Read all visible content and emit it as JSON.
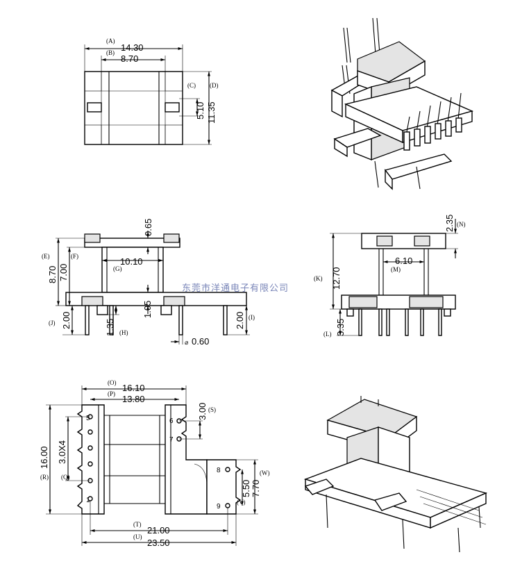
{
  "watermark": "东莞市洋通电子有限公司",
  "top_view": {
    "dims": [
      {
        "letter": "(A)",
        "value": "14.30"
      },
      {
        "letter": "(B)",
        "value": "8.70"
      },
      {
        "letter": "(C)",
        "value": "5.10"
      },
      {
        "letter": "(D)",
        "value": "11.35"
      }
    ]
  },
  "front_view": {
    "dims": [
      {
        "letter": "(E)",
        "value": "8.70"
      },
      {
        "letter": "(F)",
        "value": "7.00"
      },
      {
        "letter": "(G)",
        "value": "10.10"
      },
      {
        "letter": "",
        "value": "0.65"
      },
      {
        "letter": "",
        "value": "1.05"
      },
      {
        "letter": "(J)",
        "value": "2.00"
      },
      {
        "letter": "(H)",
        "value": "1.35"
      },
      {
        "letter": "(I)",
        "value": "2.00"
      },
      {
        "letter": "",
        "value": "0.60"
      }
    ],
    "pin_diameter_prefix": "⌀"
  },
  "side_view": {
    "dims": [
      {
        "letter": "(N)",
        "value": "2.35"
      },
      {
        "letter": "(M)",
        "value": "6.10"
      },
      {
        "letter": "(K)",
        "value": "12.70"
      },
      {
        "letter": "(L)",
        "value": "3.35"
      }
    ]
  },
  "bottom_view": {
    "dims": [
      {
        "letter": "(O)",
        "value": "16.10"
      },
      {
        "letter": "(P)",
        "value": "13.80"
      },
      {
        "letter": "(S)",
        "value": "3.00"
      },
      {
        "letter": "(R)",
        "value": "16.00"
      },
      {
        "letter": "(Q)",
        "value": "3.0X4"
      },
      {
        "letter": "(W)",
        "value": "7.70"
      },
      {
        "letter": "(V)",
        "value": "5.50"
      },
      {
        "letter": "(T)",
        "value": "21.00"
      },
      {
        "letter": "(U)",
        "value": "23.50"
      }
    ],
    "pins": [
      "5",
      "1",
      "6",
      "7",
      "8",
      "9"
    ]
  }
}
